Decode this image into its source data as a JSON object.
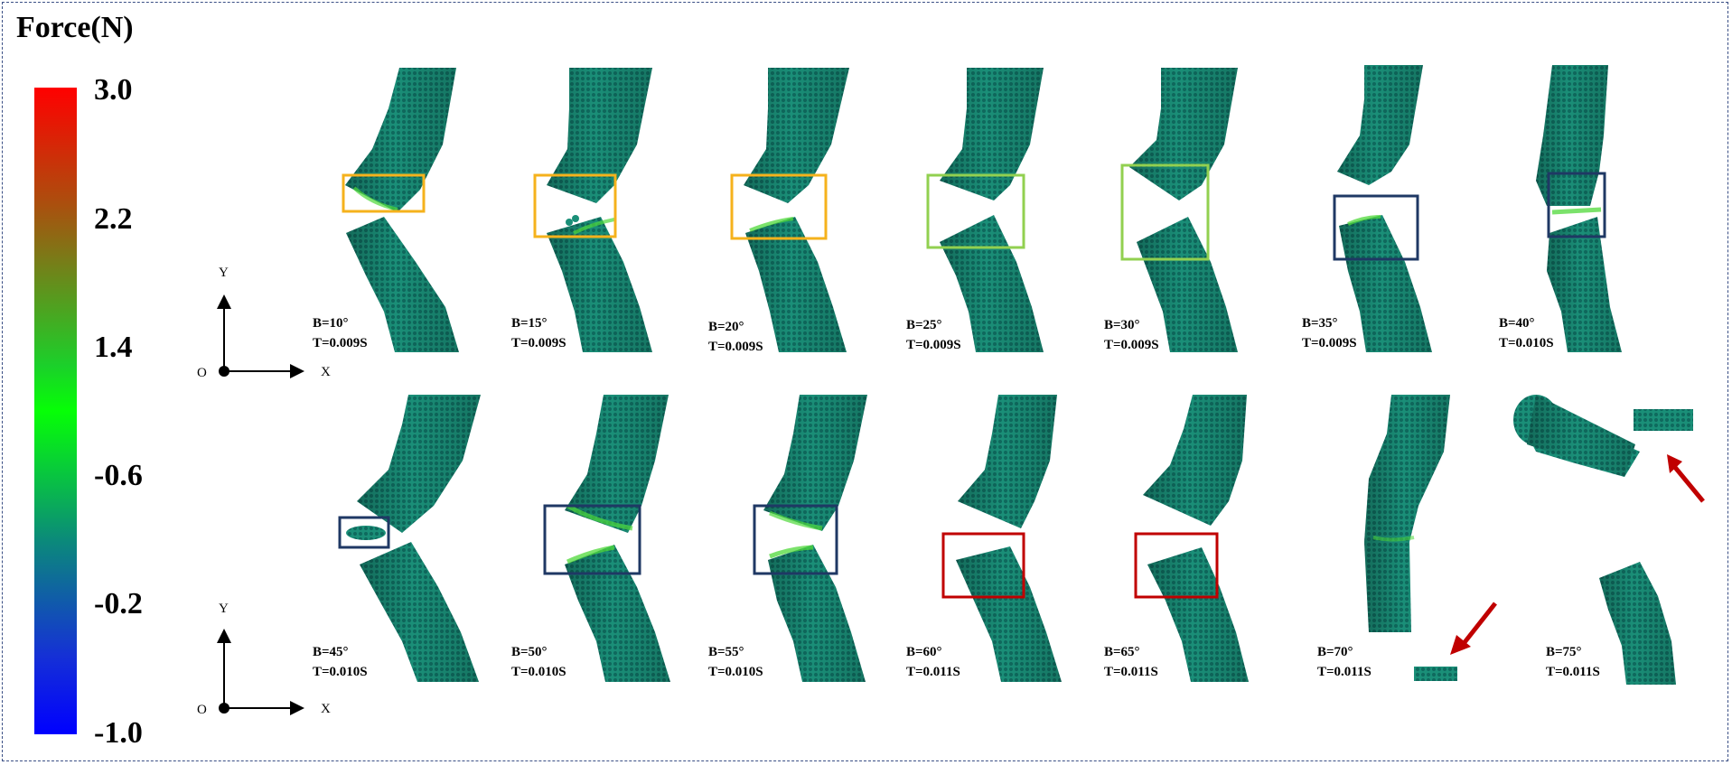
{
  "legend": {
    "title": "Force(N)",
    "ticks": [
      "3.0",
      "2.2",
      "1.4",
      "-0.6",
      "-0.2",
      "-1.0"
    ],
    "gradient_colors": [
      "#ff0000",
      "#ab4f0e",
      "#1bd02a",
      "#06ff06",
      "#0b8a7a",
      "#1530d6",
      "#0000ff"
    ]
  },
  "axes_labels": {
    "y": "Y",
    "x": "X",
    "origin": "O"
  },
  "panels_top": [
    {
      "angle": "B=10°",
      "time": "T=0.009S",
      "box": "#f5b21c"
    },
    {
      "angle": "B=15°",
      "time": "T=0.009S",
      "box": "#f5b21c"
    },
    {
      "angle": "B=20°",
      "time": "T=0.009S",
      "box": "#f5b21c"
    },
    {
      "angle": "B=25°",
      "time": "T=0.009S",
      "box": "#92d050"
    },
    {
      "angle": "B=30°",
      "time": "T=0.009S",
      "box": "#92d050"
    },
    {
      "angle": "B=35°",
      "time": "T=0.009S",
      "box": "#1f3864"
    },
    {
      "angle": "B=40°",
      "time": "T=0.010S",
      "box": "#1f3864"
    }
  ],
  "panels_bottom": [
    {
      "angle": "B=45°",
      "time": "T=0.010S",
      "box": "#1f3864"
    },
    {
      "angle": "B=50°",
      "time": "T=0.010S",
      "box": "#1f3864"
    },
    {
      "angle": "B=55°",
      "time": "T=0.010S",
      "box": "#1f3864"
    },
    {
      "angle": "B=60°",
      "time": "T=0.011S",
      "box": "#c00000"
    },
    {
      "angle": "B=65°",
      "time": "T=0.011S",
      "box": "#c00000"
    },
    {
      "angle": "B=70°",
      "time": "T=0.011S",
      "box": ""
    },
    {
      "angle": "B=75°",
      "time": "T=0.011S",
      "box": ""
    }
  ],
  "colors": {
    "segment_fill": "#167e6c",
    "segment_dots": "#0f5f58",
    "contact_highlight": "#4fd83a",
    "arrow": "#c00000",
    "frame": "#3a4f85"
  }
}
